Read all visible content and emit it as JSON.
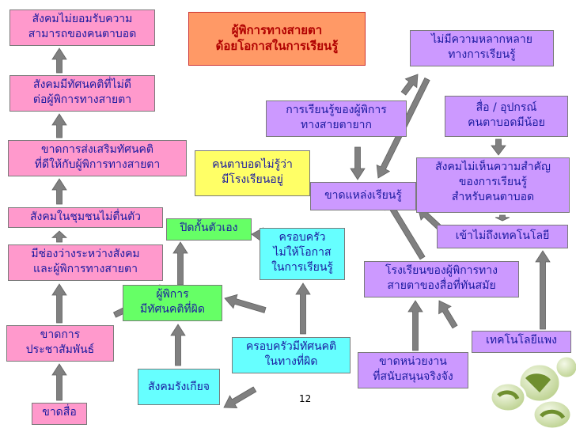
{
  "title": "ผู้พิการทางสายตา\nด้อยโอกาสในการเรียนรู้",
  "page_number": "12",
  "boxes": {
    "left1": "สังคมไม่ยอมรับความ\nสามารถของคนตาบอด",
    "left2": "สังคมมีทัศนคติที่ไม่ดี\nต่อผู้พิการทางสายตา",
    "left3": "ขาดการส่งเสริมทัศนคติ\nที่ดีให้กับผู้พิการทางสายตา",
    "left4": "สังคมในชุมชนไม่ตื่นตัว",
    "left5": "มีช่องว่างระหว่างสังคม\nและผู้พิการทางสายตา",
    "left6": "ขาดการ\nประชาสัมพันธ์",
    "left7": "ขาดสื่อ",
    "block_self": "ปิดกั้นตัวเอง",
    "wrong_attitude": "ผู้พิการ\nมีทัศนคติที่ผิด",
    "social_disgust": "สังคมรังเกียจ",
    "family_no_chance": "ครอบครัว\nไม่ให้โอกาส\nในการเรียนรู้",
    "family_wrong": "ครอบครัวมีทัศนคติ\nในทางที่ผิด",
    "unaware_school": "คนตาบอดไม่รู้ว่า\nมีโรงเรียนอยู่",
    "hard_learning": "การเรียนรู้ของผู้พิการ\nทางสายตายาก",
    "lack_sources": "ขาดแหล่งเรียนรู้",
    "no_variety": "ไม่มีความหลากหลาย\nทางการเรียนรู้",
    "few_media": "สื่อ / อุปกรณ์\nคนตาบอดมีน้อย",
    "not_important": "สังคมไม่เห็นความสำคัญ\nของการเรียนรู้\nสำหรับคนตาบอด",
    "no_tech_access": "เข้าไม่ถึงเทคโนโลยี",
    "outdated_school": "โรงเรียนของผู้พิการทาง\nสายตาของสื่อที่ทันสมัย",
    "no_support": "ขาดหน่วยงาน\nที่สนับสนุนจริงจัง",
    "tech_expensive": "เทคโนโลยีแพง"
  },
  "colors": {
    "pink": "#ff99cc",
    "lavender": "#cc99ff",
    "cyan": "#66ffff",
    "green": "#66ff66",
    "orange": "#ffcc66",
    "yellow": "#ffff66",
    "title_fill": "#ff9966",
    "arrow": "#808080"
  }
}
